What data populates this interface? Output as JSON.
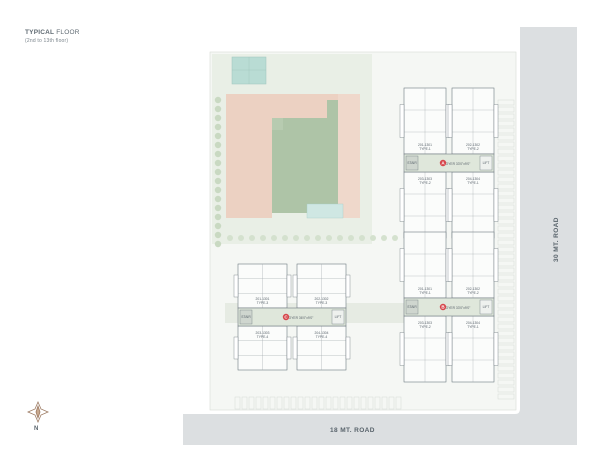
{
  "title": {
    "main_bold": "TYPICAL",
    "main_rest": " FLOOR",
    "sub": "(2nd to 13th floor)"
  },
  "roads": {
    "bottom": "18 MT. ROAD",
    "right": "30 MT. ROAD"
  },
  "north_label": "N",
  "tower_a": {
    "letter": "A",
    "core_label": "FOYER 33'0\"x9'0\"",
    "units": [
      {
        "num": "201-1301",
        "type": "TYPE-1"
      },
      {
        "num": "202-1302",
        "type": "TYPE-2"
      },
      {
        "num": "203-1303",
        "type": "TYPE-2"
      },
      {
        "num": "204-1304",
        "type": "TYPE-1"
      }
    ]
  },
  "tower_b": {
    "letter": "B",
    "core_label": "FOYER 33'0\"x9'0\"",
    "units": [
      {
        "num": "201-1301",
        "type": "TYPE-1"
      },
      {
        "num": "202-1302",
        "type": "TYPE-2"
      },
      {
        "num": "203-1303",
        "type": "TYPE-2"
      },
      {
        "num": "204-1304",
        "type": "TYPE-1"
      }
    ]
  },
  "tower_c": {
    "letter": "C",
    "core_label": "FOYER 36'0\"x9'0\"",
    "units": [
      {
        "num": "201-1301",
        "type": "TYPE-3"
      },
      {
        "num": "202-1302",
        "type": "TYPE-3"
      },
      {
        "num": "203-1303",
        "type": "TYPE-4"
      },
      {
        "num": "204-1304",
        "type": "TYPE-4"
      }
    ]
  },
  "core_tags": {
    "lift": "LIFT",
    "stair": "STAIR"
  },
  "colors": {
    "road": "#dcdfe1",
    "landscape_green": "#cfdcca",
    "lawn": "#b7cbb0",
    "court": "#b9dcd4",
    "deck": "#e9c9b8",
    "outline": "#6f7a80",
    "accent_red": "#d6464b"
  }
}
